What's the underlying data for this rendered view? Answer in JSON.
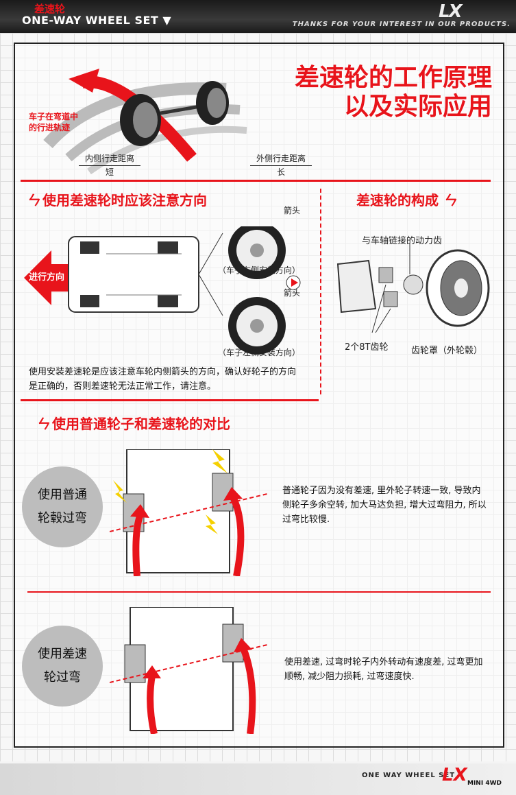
{
  "header": {
    "section_zh": "差速轮",
    "section_en": "ONE-WAY WHEEL SET ▼",
    "thanks": "THANKS FOR YOUR INTEREST IN OUR PRODUCTS.",
    "logo": "LX"
  },
  "main_title": {
    "line1": "差速轮的工作原理",
    "line2": "以及实际应用"
  },
  "diagram_axle": {
    "track_label": "车子在弯道中\n的行进轨迹",
    "inner_label": "内侧行走距离",
    "inner_value": "短",
    "outer_label": "外侧行走距离",
    "outer_value": "长"
  },
  "section_direction": {
    "heading": "使用差速轮时应该注意方向",
    "direction_label": "进行方向",
    "arrow_label_top": "箭头",
    "arrow_label_bottom": "箭头",
    "right_wheel_caption": "（车子右侧安装方向）",
    "left_wheel_caption": "（车子左侧安装方向）",
    "note": "使用安装差速轮是应该注意车轮内侧箭头的方向，确认好轮子的方向是正确的，否则差速轮无法正常工作，请注意。"
  },
  "section_structure": {
    "heading": "差速轮的构成",
    "gear_label": "与车轴链接的动力齿",
    "gears_8t": "2个8T齿轮",
    "cover": "齿轮罩（外轮毂）"
  },
  "section_compare": {
    "heading": "使用普通轮子和差速轮的对比",
    "normal_circle": "使用普通轮毂过弯",
    "normal_text": "普通轮子因为没有差速, 里外轮子转速一致, 导致内侧轮子多余空转, 加大马达负担, 增大过弯阻力, 所以过弯比较慢.",
    "diff_circle": "使用差速轮过弯",
    "diff_text": "使用差速, 过弯时轮子内外转动有速度差, 过弯更加顺畅, 减少阻力损耗, 过弯速度快."
  },
  "footer": {
    "product": "ONE WAY WHEEL SET",
    "brand": "LX",
    "brand_sub": "MINI 4WD"
  },
  "colors": {
    "accent": "#e8141b",
    "dark": "#1a1a1a",
    "circle": "#bdbdbd"
  }
}
